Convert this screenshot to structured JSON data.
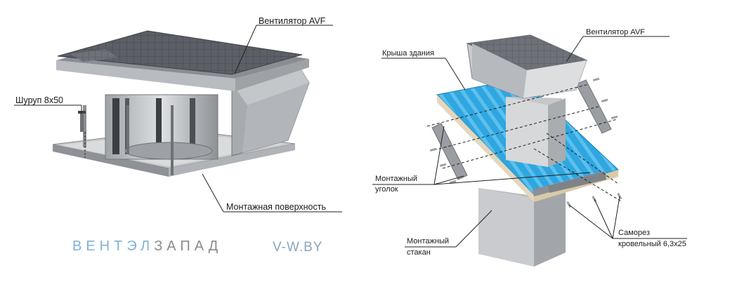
{
  "left": {
    "fan_label": "Вентилятор AVF",
    "screw_label": "Шуруп 8x50",
    "surface_label": "Монтажная поверхность"
  },
  "right": {
    "fan_label": "Вентилятор AVF",
    "roof_label": "Крыша здания",
    "angle_label_1": "Монтажный",
    "angle_label_2": "уголок",
    "curb_label_1": "Монтажный",
    "curb_label_2": "стакан",
    "screw_label_1": "Саморез",
    "screw_label_2": "кровельный 6,3х25"
  },
  "brand": {
    "part1": "ВЕНТЭЛ",
    "part2": "ЗАПАД",
    "site": "V-W.BY"
  },
  "colors": {
    "roof_blue": "#2fa6df",
    "metal": "#b9bcc0",
    "dark_metal": "#6f7378"
  }
}
